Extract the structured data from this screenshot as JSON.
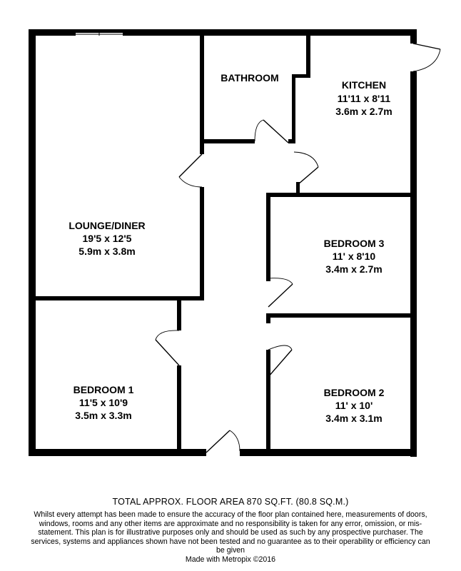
{
  "rooms": [
    {
      "id": "lounge",
      "name": "LOUNGE/DINER",
      "dim_imperial": "19'5 x 12'5",
      "dim_metric": "5.9m x 3.8m"
    },
    {
      "id": "bathroom",
      "name": "BATHROOM",
      "dim_imperial": "",
      "dim_metric": ""
    },
    {
      "id": "kitchen",
      "name": "KITCHEN",
      "dim_imperial": "11'11 x 8'11",
      "dim_metric": "3.6m x 2.7m"
    },
    {
      "id": "bedroom3",
      "name": "BEDROOM 3",
      "dim_imperial": "11' x 8'10",
      "dim_metric": "3.4m x 2.7m"
    },
    {
      "id": "bedroom1",
      "name": "BEDROOM 1",
      "dim_imperial": "11'5 x 10'9",
      "dim_metric": "3.5m x 3.3m"
    },
    {
      "id": "bedroom2",
      "name": "BEDROOM 2",
      "dim_imperial": "11' x 10'",
      "dim_metric": "3.4m x 3.1m"
    }
  ],
  "footer": {
    "total_area": "TOTAL APPROX. FLOOR AREA 870 SQ.FT. (80.8 SQ.M.)",
    "disclaimer": "Whilst every attempt has been made to ensure the accuracy of the floor plan contained here, measurements of doors, windows, rooms and any other items are approximate and no responsibility is taken for any error, omission, or mis-statement. This plan is for illustrative purposes only and should be used as such by any prospective purchaser. The services, systems and appliances shown have not been tested and no guarantee as to their operability or efficiency can be given",
    "credit": "Made with Metropix ©2016"
  }
}
